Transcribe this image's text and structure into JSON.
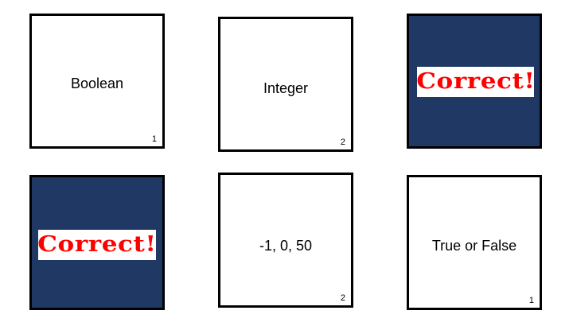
{
  "colors": {
    "matched_card": "#203864",
    "correct_text": "#ff0000",
    "card_border": "#000000",
    "card_face": "#ffffff"
  },
  "cards": [
    {
      "state": "face-up",
      "label": "Boolean",
      "number": "1"
    },
    {
      "state": "face-up",
      "label": "Integer",
      "number": "2"
    },
    {
      "state": "matched",
      "banner": "Correct!"
    },
    {
      "state": "matched",
      "banner": "Correct!"
    },
    {
      "state": "face-up",
      "label": "-1, 0, 50",
      "number": "2"
    },
    {
      "state": "face-up",
      "label": "True or False",
      "number": "1"
    }
  ]
}
